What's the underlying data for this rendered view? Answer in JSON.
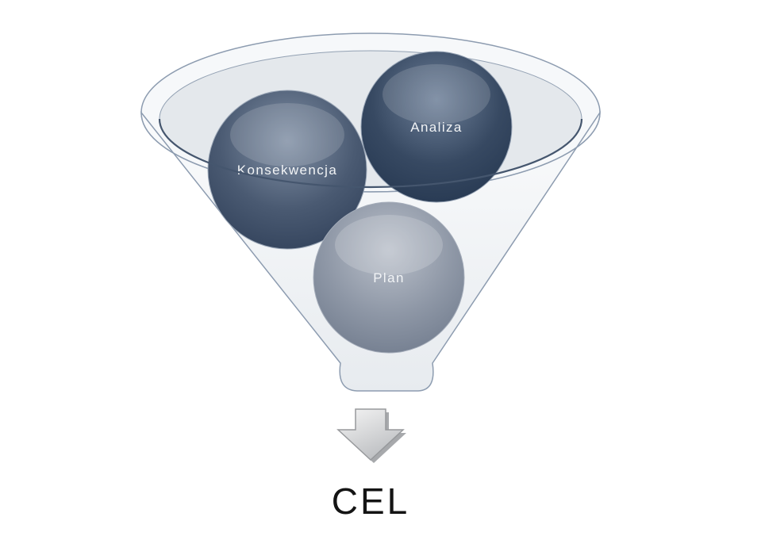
{
  "diagram": {
    "type": "funnel-diagram",
    "bubbles": [
      {
        "label": "Konsekwencja",
        "color_light": "#8291a6",
        "color": "#4a5a72",
        "color_dark": "#2f3f58"
      },
      {
        "label": "Analiza",
        "color_light": "#6e8099",
        "color": "#374962",
        "color_dark": "#24364f"
      },
      {
        "label": "Plan",
        "color_light": "#bac0ca",
        "color": "#8e97a6",
        "color_dark": "#6e798b"
      }
    ],
    "arrow": {
      "name": "down-arrow"
    },
    "output_label": "CEL",
    "colors": {
      "background": "#ffffff",
      "funnel_fill_top": "#fafbfc",
      "funnel_fill_bottom": "#e7ebef",
      "funnel_stroke": "#8d9cb0",
      "bowl_fill": "#e4e8ec",
      "bowl_stroke": "#93a1b3",
      "front_rim_stroke": "#45566e",
      "bubble_text": "#f2f4f6",
      "arrow_fill_light": "#f5f5f5",
      "arrow_fill_dark": "#bdbfc2",
      "arrow_shadow": "#a7a9ac",
      "arrow_stroke": "#97999c",
      "output_text": "#141414"
    }
  }
}
